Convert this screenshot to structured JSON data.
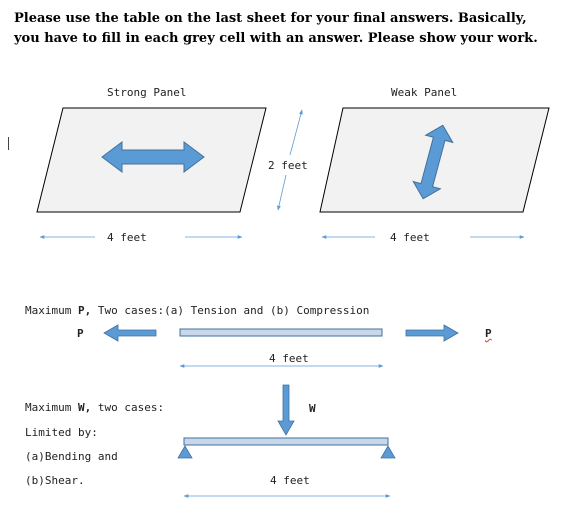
{
  "instructions": {
    "line1": "Please use the table on the last sheet for your final answers.  Basically,",
    "line2": "you have to fill in each grey cell with an answer.  Please show your work."
  },
  "panels": {
    "strong_title": "Strong Panel",
    "weak_title": "Weak Panel",
    "height_label": "2 feet",
    "strong_width_label": "4 feet",
    "weak_width_label": "4 feet"
  },
  "axial": {
    "heading_prefix": "Maximum ",
    "heading_var": "P,",
    "heading_suffix": " Two cases:(a) Tension and (b) Compression",
    "left_force": "P",
    "right_force": "P",
    "length_label": "4 feet"
  },
  "beam": {
    "heading_prefix": "Maximum ",
    "heading_var": "W,",
    "heading_suffix": " two cases:",
    "limited_by": "Limited by:",
    "case_a": "(a)Bending and",
    "case_b": "(b)Shear.",
    "load_label": "W",
    "length_label": "4 feet"
  },
  "colors": {
    "arrow_fill": "#5b9bd5",
    "arrow_stroke": "#41719c",
    "panel_fill": "#f2f2f2",
    "bar_fill": "#c9d7ea",
    "dim_line": "#5b9bd5"
  }
}
